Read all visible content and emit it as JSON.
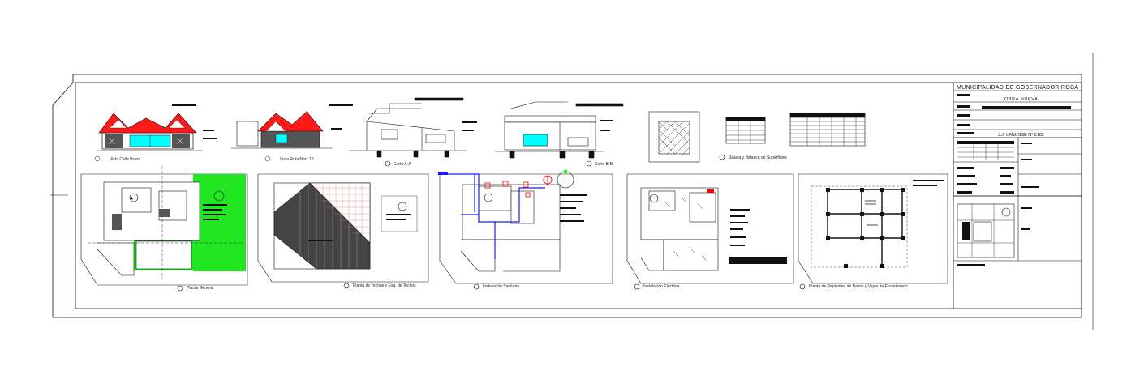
{
  "title_block": {
    "municipality": "MUNICIPALIDAD DE GOBERNADOR ROCA",
    "project_type": "OBRA NUEVA",
    "address": "J.J. LANUSSE Nº 2182"
  },
  "drawings": {
    "view_front": "Vista Calle Brasil",
    "view_side": "Vista Ruta Nac. 12",
    "section_a": "Corte A-A",
    "section_b": "Corte B-B",
    "silhouette": "Silueta y Balance de Superficies",
    "plan_general": "Planta General",
    "plan_roof": "Planta de Techos y Esq. de Techos",
    "plan_sanitary": "Instalación Sanitaria",
    "plan_electric": "Instalación Eléctrica",
    "plan_foundation": "Planta de Replanteo de Bases y Vigas de Encadenado"
  },
  "colors": {
    "roof_red": "#ff1a1a",
    "window_cyan": "#00ffff",
    "site_green": "#22e622",
    "pipe_blue": "#1a1aff",
    "fixture_red": "#ff0000",
    "drawing_lines": "#111111"
  }
}
